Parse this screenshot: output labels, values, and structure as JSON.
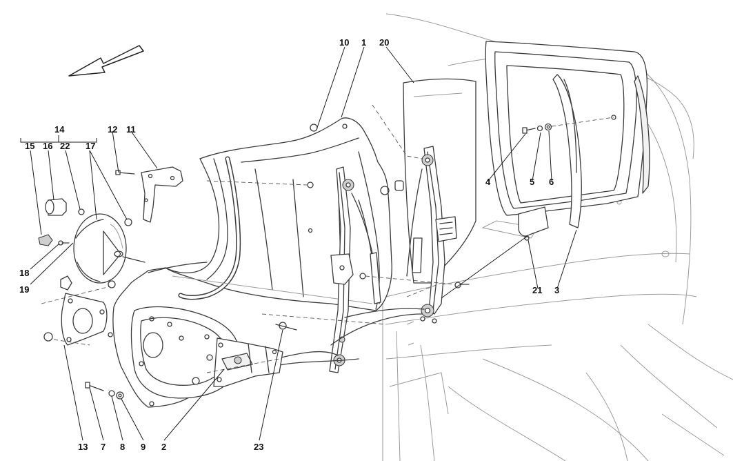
{
  "diagram": {
    "callouts": {
      "c1": "1",
      "c2": "2",
      "c3": "3",
      "c4": "4",
      "c5": "5",
      "c6": "6",
      "c7": "7",
      "c8": "8",
      "c9": "9",
      "c10": "10",
      "c11": "11",
      "c12": "12",
      "c13": "13",
      "c14": "14",
      "c15": "15",
      "c16": "16",
      "c17": "17",
      "c18": "18",
      "c19": "19",
      "c20": "20",
      "c21": "21",
      "c22": "22",
      "c23": "23"
    },
    "icons": [
      "direction-arrow-icon"
    ],
    "line_color": "#3a3a3a",
    "background": "#ffffff"
  }
}
